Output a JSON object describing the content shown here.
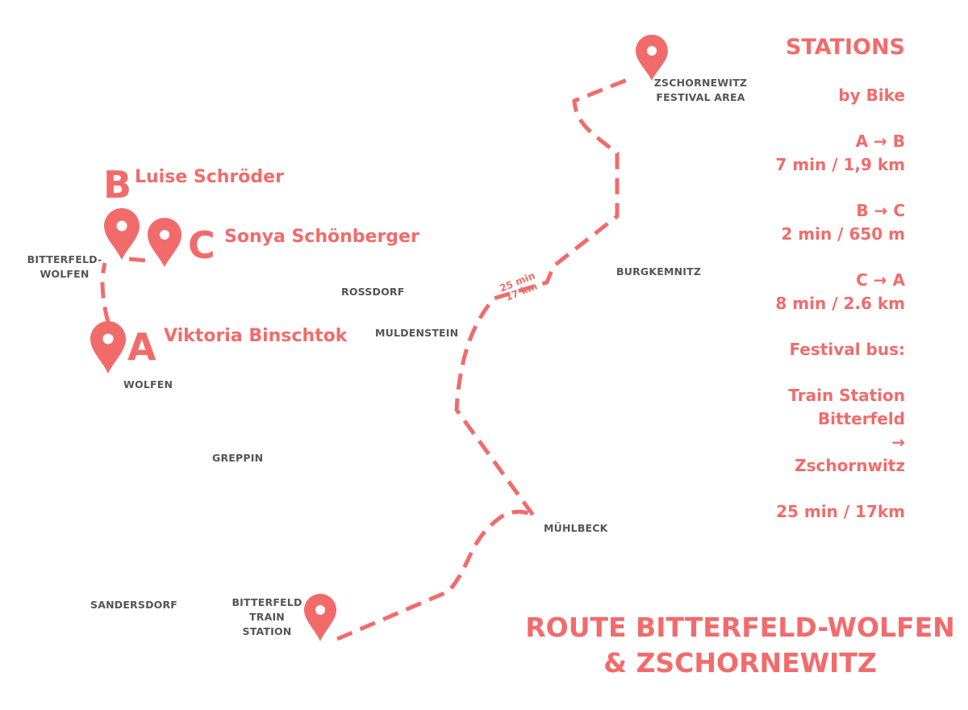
{
  "places": {
    "bitterfeld_wolfen": "BITTERFELD-\nWOLFEN",
    "wolfen": "WOLFEN",
    "rossdorf": "ROSSDORF",
    "muldenstein": "MULDENSTEIN",
    "greppin": "GREPPIN",
    "sandersdorf": "SANDERSDORF",
    "burgkemnitz": "BURGKEMNITZ",
    "muehlbeck": "MÜHLBECK",
    "zschornewitz_festival": "ZSCHORNEWITZ\nFESTIVAL AREA",
    "bitterfeld_station": "BITTERFELD\nTRAIN\nSTATION"
  },
  "stops": {
    "a": {
      "letter": "A",
      "name": "Viktoria Binschtok"
    },
    "b": {
      "letter": "B",
      "name": "Luise Schröder"
    },
    "c": {
      "letter": "C",
      "name": "Sonya Schönberger"
    }
  },
  "route_segment_label": "25 min\n17 km",
  "sidebar": {
    "title": "STATIONS",
    "mode": "by Bike",
    "ab_title": "A → B",
    "ab_value": "7 min / 1,9 km",
    "bc_title": "B → C",
    "bc_value": "2 min / 650 m",
    "ca_title": "C → A",
    "ca_value": "8 min / 2.6 km",
    "bus_title": "Festival bus:",
    "bus_from_1": "Train Station",
    "bus_from_2": "Bitterfeld",
    "bus_arrow": "→",
    "bus_to": "Zschornwitz",
    "bus_value": "25 min / 17km"
  },
  "route_title": {
    "line1": "ROUTE BITTERFELD-WOLFEN",
    "line2": "& ZSCHORNEWITZ"
  },
  "colors": {
    "accent": "#f26b6b",
    "place_label": "#555555",
    "background": "#ffffff"
  },
  "icons": [
    "map-pin-icon"
  ]
}
